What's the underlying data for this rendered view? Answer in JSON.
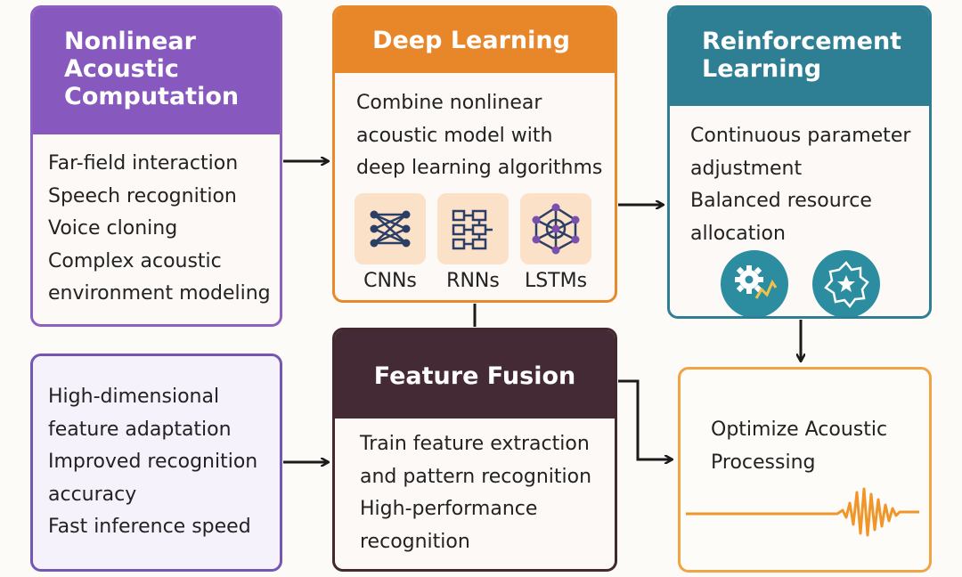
{
  "nonlinear": {
    "title": [
      "Nonlinear",
      "Acoustic",
      "Computation"
    ],
    "items": [
      "Far-field interaction",
      "Speech recognition",
      "Voice cloning",
      "Complex acoustic",
      "environment modeling"
    ]
  },
  "deep_learning": {
    "title": "Deep Learning",
    "description": [
      "Combine nonlinear",
      "acoustic model with",
      "deep learning algorithms"
    ],
    "models": [
      {
        "label": "CNNs",
        "icon": "cnn-network-icon"
      },
      {
        "label": "RNNs",
        "icon": "rnn-flowchart-icon"
      },
      {
        "label": "LSTMs",
        "icon": "lstm-graph-icon"
      }
    ]
  },
  "reinforcement": {
    "title": [
      "Reinforcement",
      "Learning"
    ],
    "items": [
      "Continuous parameter",
      "adjustment",
      "Balanced resource",
      "allocation"
    ],
    "icons": [
      "gear-chart-icon",
      "star-gear-icon"
    ]
  },
  "features": {
    "items": [
      "High-dimensional",
      "feature adaptation",
      "Improved recognition",
      "accuracy",
      "Fast inference speed"
    ]
  },
  "fusion": {
    "title": "Feature Fusion",
    "items": [
      "Train feature extraction",
      "and pattern recognition",
      "High-performance",
      "recognition"
    ]
  },
  "output": {
    "text": [
      "Optimize Acoustic",
      "Processing"
    ],
    "icon": "waveform-icon"
  },
  "colors": {
    "purple": "#8758bd",
    "orange": "#e8862a",
    "teal": "#2f7f94",
    "dark": "#442a35",
    "output_border": "#f0a445"
  }
}
